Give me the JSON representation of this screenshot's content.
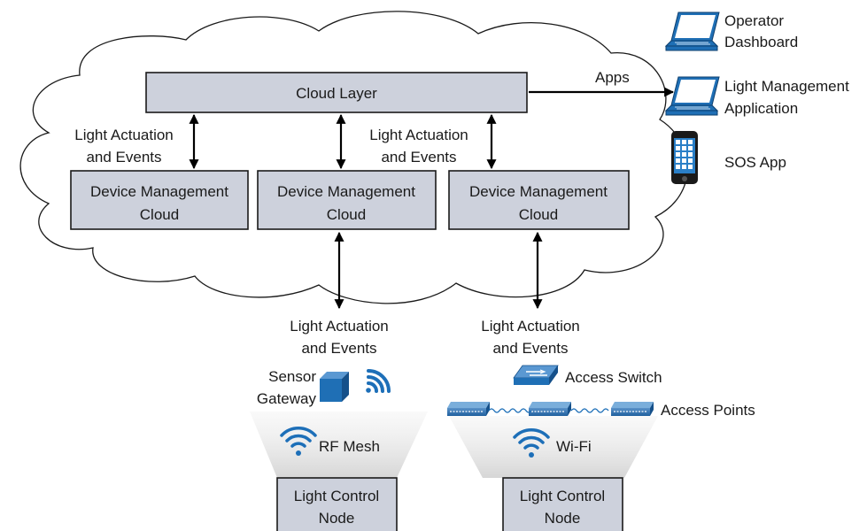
{
  "cloud": {
    "cloud_layer": "Cloud Layer",
    "event_label_left": [
      "Light Actuation",
      "and Events"
    ],
    "event_label_mid": [
      "Light Actuation",
      "and Events"
    ],
    "device_mgmt_1": [
      "Device Management",
      "Cloud"
    ],
    "device_mgmt_2": [
      "Device Management",
      "Cloud"
    ],
    "device_mgmt_3": [
      "Device Management",
      "Cloud"
    ]
  },
  "apps": {
    "apps_label": "Apps",
    "operator_dashboard": [
      "Operator",
      "Dashboard"
    ],
    "light_mgmt_app": [
      "Light Management",
      "Application"
    ],
    "sos_app": "SOS App"
  },
  "rf_branch": {
    "events_label": [
      "Light Actuation",
      "and Events"
    ],
    "sensor_gateway": [
      "Sensor",
      "Gateway"
    ],
    "rf_mesh": "RF Mesh",
    "light_control_node": [
      "Light Control",
      "Node"
    ]
  },
  "wifi_branch": {
    "events_label": [
      "Light Actuation",
      "and Events"
    ],
    "access_switch": "Access Switch",
    "access_points": "Access Points",
    "wifi": "Wi-Fi",
    "light_control_node": [
      "Light Control",
      "Node"
    ]
  },
  "colors": {
    "box_fill": "#cdd1dc",
    "device_blue": "#1f6fb5",
    "wireless_blue": "#1d6fb8"
  },
  "icons": [
    "laptop-icon",
    "phone-icon",
    "gateway-cube-icon",
    "wireless-signal-icon",
    "switch-icon",
    "access-point-icon",
    "wifi-icon"
  ]
}
